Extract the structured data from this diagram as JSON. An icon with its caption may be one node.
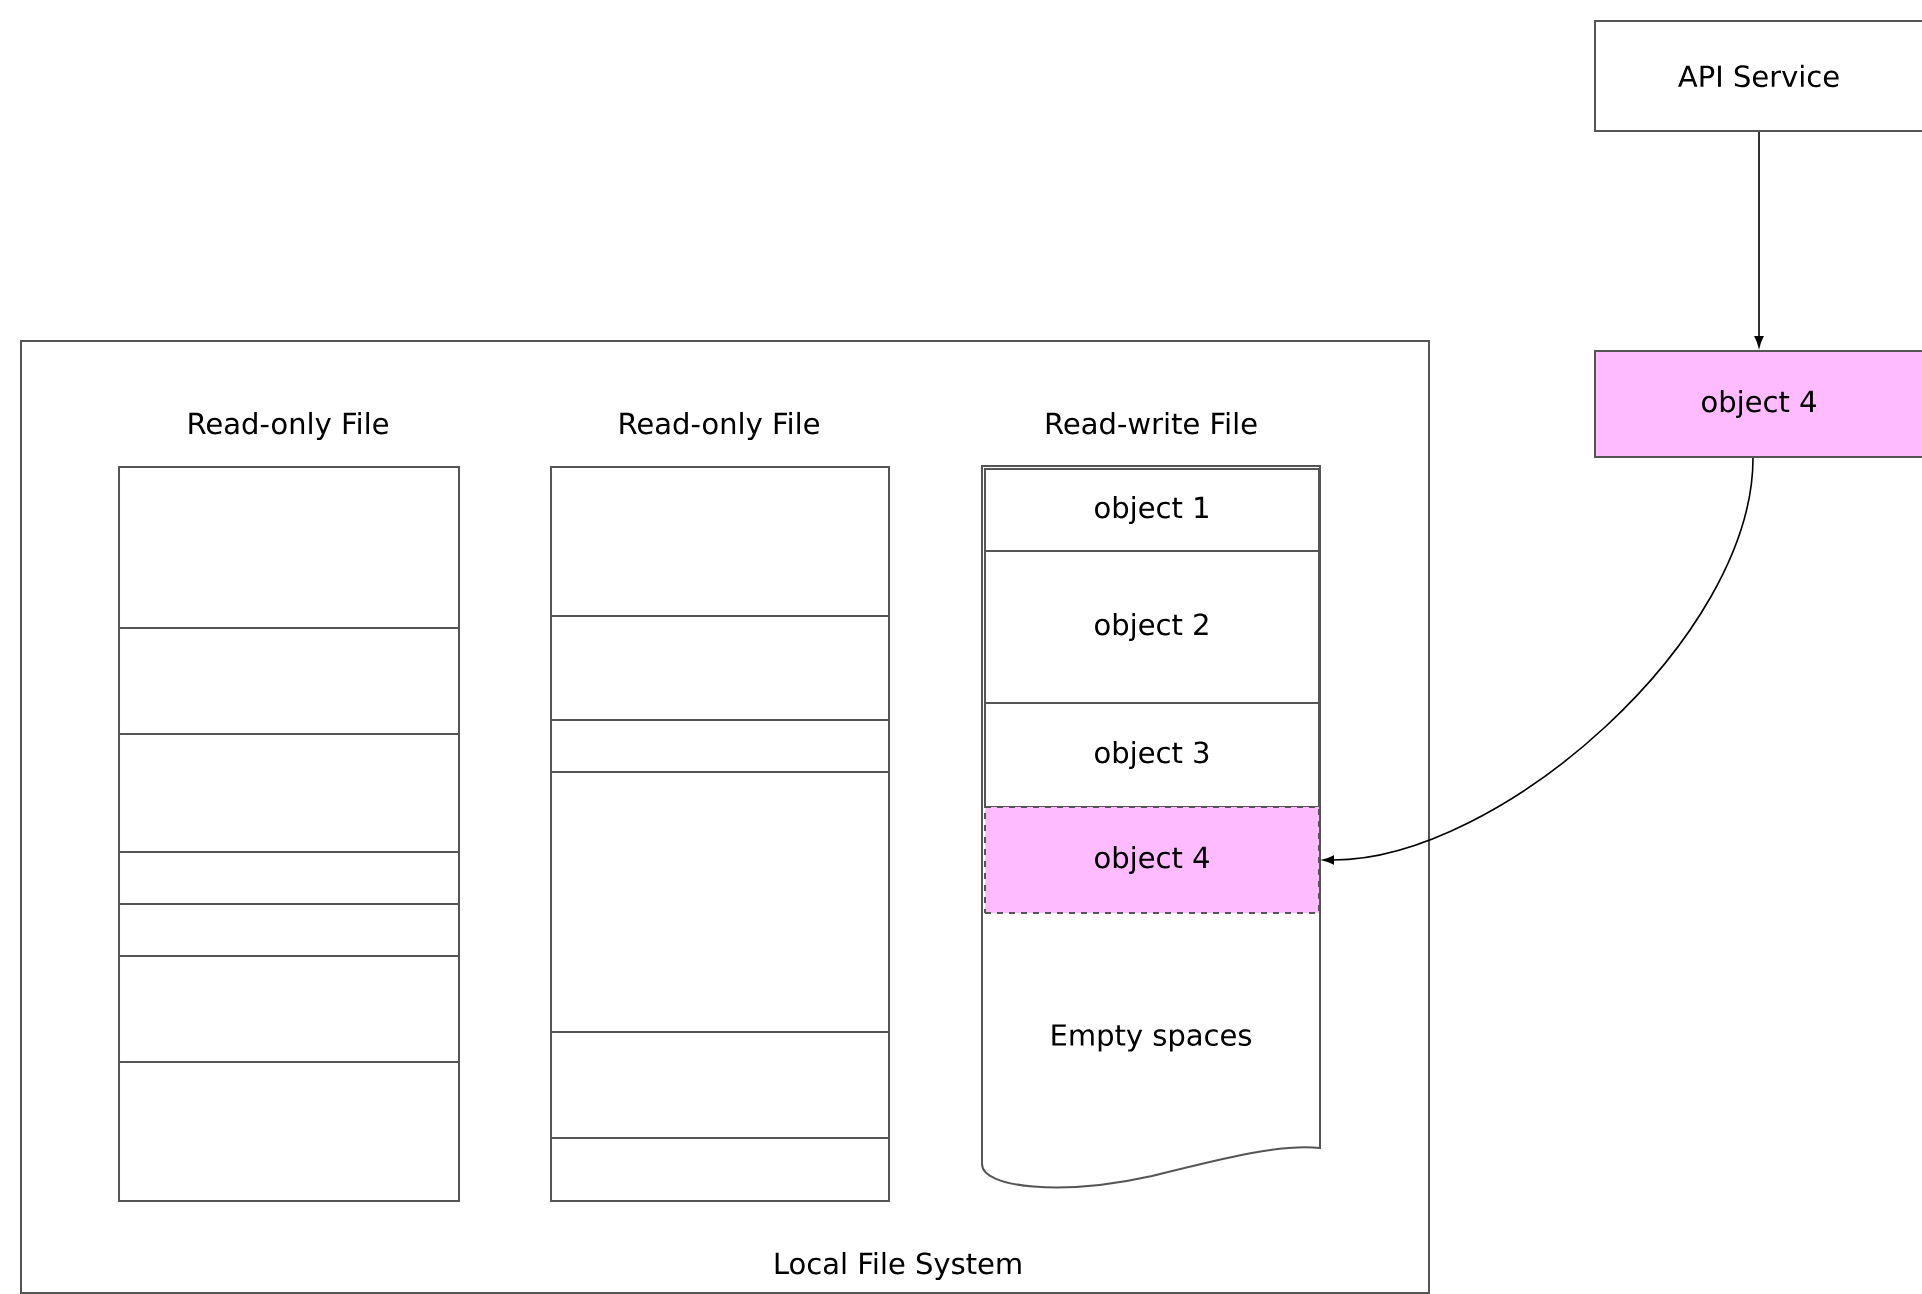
{
  "diagram": {
    "nodes": [
      {
        "text": [
          "Local File System"
        ]
      },
      {
        "text": [
          "Read-only File"
        ],
        "in": 0
      },
      {
        "text": [
          "Read-only File"
        ],
        "in": 0
      },
      {
        "text": [
          "Read-write File"
        ],
        "in": 0
      },
      {
        "text": [
          "object 1"
        ],
        "in": 3
      },
      {
        "text": [
          "object 2"
        ],
        "in": 3
      },
      {
        "text": [
          "object 3"
        ],
        "in": 3
      },
      {
        "text": [
          "object 4"
        ],
        "in": 3
      },
      {
        "text": [
          "Empty spaces"
        ],
        "in": 3
      },
      {
        "text": [
          "API Service"
        ]
      },
      {
        "text": [
          "object 4"
        ]
      }
    ],
    "edges": [
      {
        "from": 9,
        "to": 10,
        "arrow": "to"
      },
      {
        "from": 10,
        "to": 7,
        "arrow": "to"
      }
    ]
  }
}
